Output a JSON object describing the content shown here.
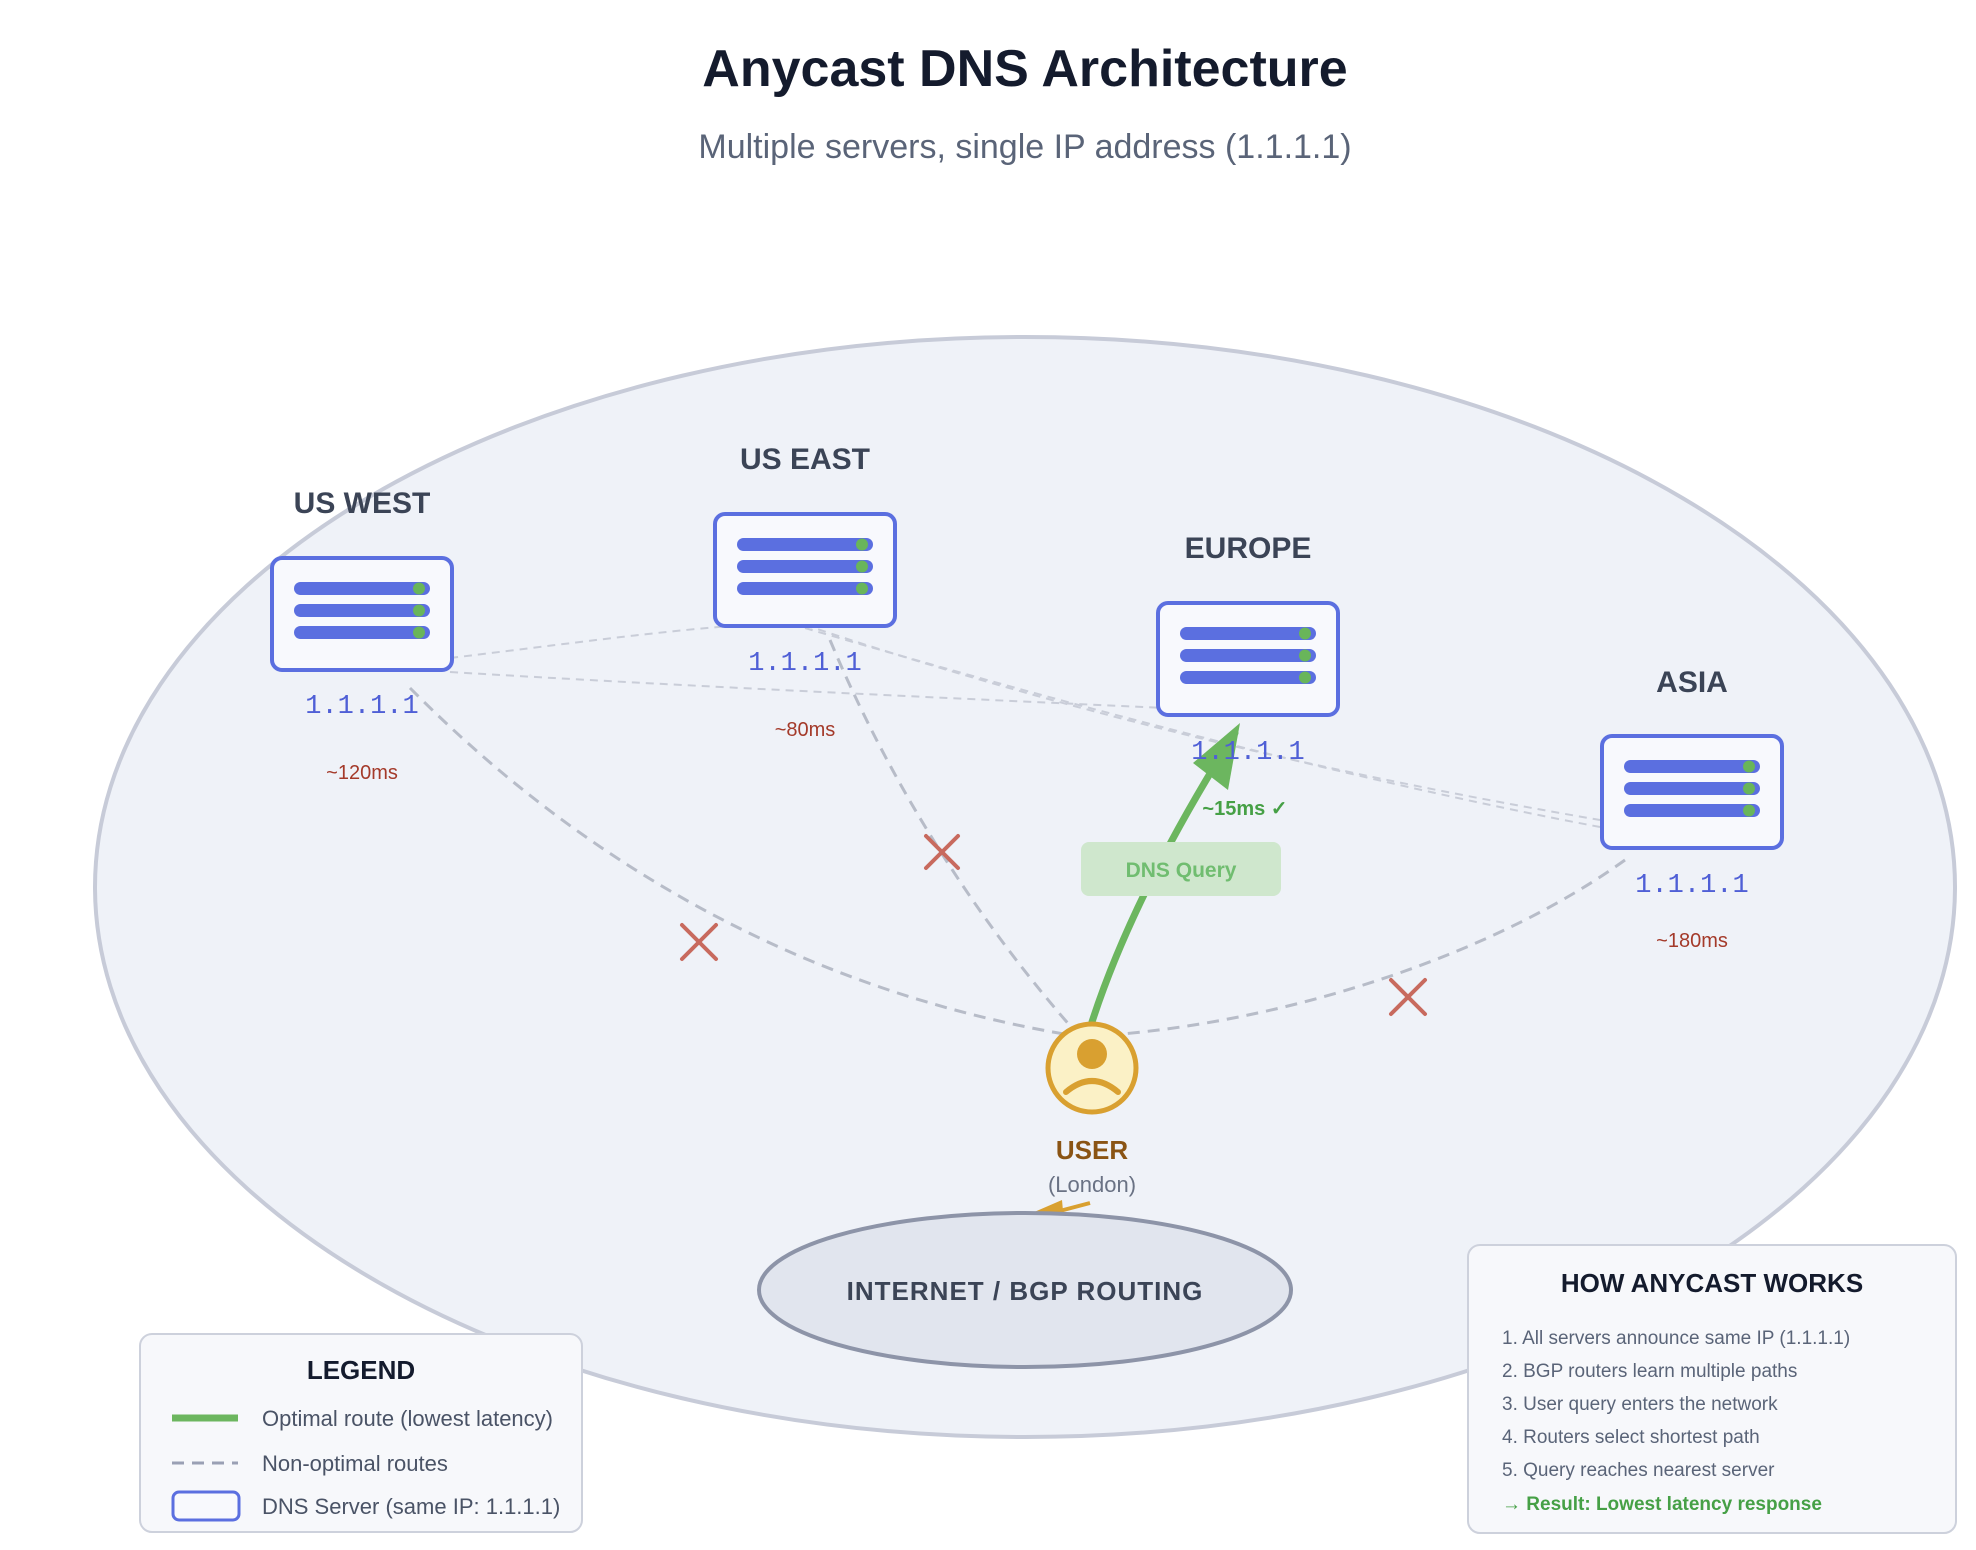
{
  "title": "Anycast DNS Architecture",
  "subtitle": "Multiple servers, single IP address (1.1.1.1)",
  "servers": [
    {
      "name": "US WEST",
      "ip": "1.1.1.1",
      "latency": "~120ms",
      "optimal": false
    },
    {
      "name": "US EAST",
      "ip": "1.1.1.1",
      "latency": "~80ms",
      "optimal": false
    },
    {
      "name": "EUROPE",
      "ip": "1.1.1.1",
      "latency": "~15ms ✓",
      "optimal": true
    },
    {
      "name": "ASIA",
      "ip": "1.1.1.1",
      "latency": "~180ms",
      "optimal": false
    }
  ],
  "query_label": "DNS Query",
  "user": {
    "label": "USER",
    "location": "(London)"
  },
  "network_label": "INTERNET / BGP ROUTING",
  "legend": {
    "title": "LEGEND",
    "optimal": "Optimal route (lowest latency)",
    "non_optimal": "Non-optimal routes",
    "server": "DNS Server (same IP: 1.1.1.1)"
  },
  "how_it_works": {
    "title": "HOW ANYCAST WORKS",
    "steps": [
      "1. All servers announce same IP (1.1.1.1)",
      "2. BGP routers learn multiple paths",
      "3. User query enters the network",
      "4. Routers select shortest path",
      "5. Query reaches nearest server"
    ],
    "result": "→ Result: Lowest latency response"
  },
  "colors": {
    "optimal": "#6cb65f",
    "non_optimal": "#b7bcc8",
    "server_border": "#5b6fe0",
    "blocked": "#c86a5e",
    "user": "#d9a030"
  }
}
